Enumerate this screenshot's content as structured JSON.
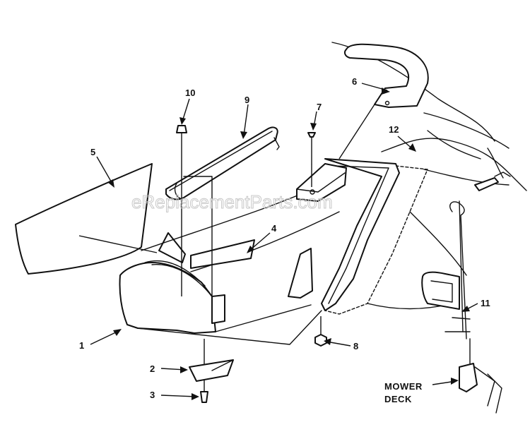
{
  "diagram": {
    "watermark": "eReplacementParts.com",
    "callouts": {
      "c1": "1",
      "c2": "2",
      "c3": "3",
      "c4": "4",
      "c5": "5",
      "c6": "6",
      "c7": "7",
      "c8": "8",
      "c9": "9",
      "c10": "10",
      "c11": "11",
      "c12": "12"
    },
    "mower_deck_label_line1": "MOWER",
    "mower_deck_label_line2": "DECK"
  }
}
